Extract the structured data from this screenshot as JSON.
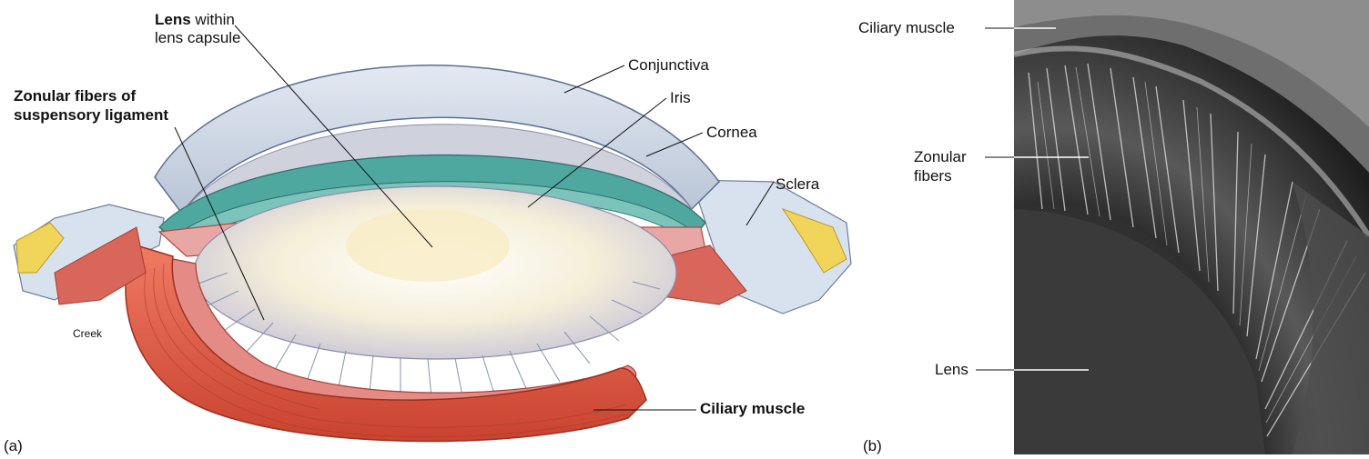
{
  "panel_a": {
    "tag": "(a)",
    "labels": {
      "lens_bold": "Lens",
      "lens_rest": " within",
      "lens_line2": "lens capsule",
      "zonular_line1": "Zonular fibers of",
      "zonular_line2": "suspensory ligament",
      "conjunctiva": "Conjunctiva",
      "iris": "Iris",
      "cornea": "Cornea",
      "sclera": "Sclera",
      "creek": "Creek",
      "ciliary_muscle": "Ciliary muscle"
    }
  },
  "panel_b": {
    "tag": "(b)",
    "labels": {
      "ciliary_muscle": "Ciliary muscle",
      "zonular_line1": "Zonular",
      "zonular_line2": "fibers",
      "lens": "Lens"
    }
  },
  "colors": {
    "muscle": "#e4604f",
    "muscle_dark": "#b8372c",
    "cornea": "#c9d6e6",
    "iris": "#4fa8a0",
    "lens": "#f2ead0",
    "fat": "#f1d45a",
    "sem_bg": "#2a2a2a"
  }
}
